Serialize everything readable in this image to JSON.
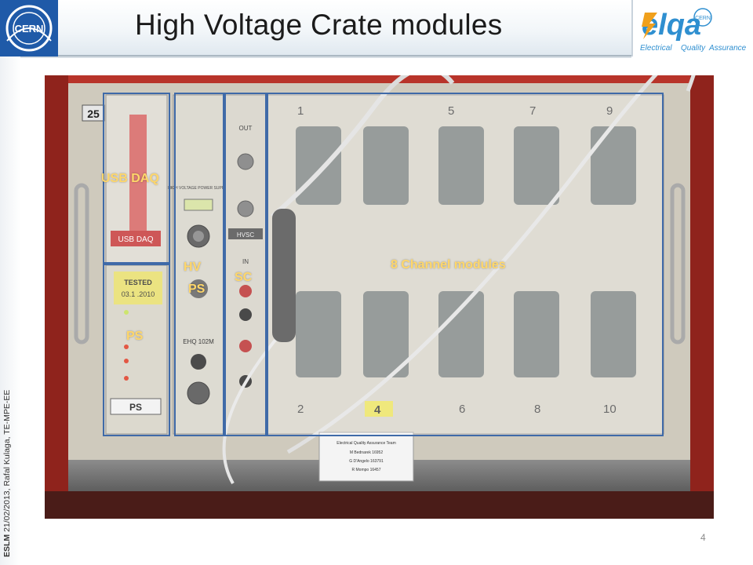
{
  "slide": {
    "title": "High Voltage Crate modules",
    "page_number": "4",
    "footer": {
      "event": "ESLM",
      "details": "21/02/2013,  Rafal Kulaga, TE-MPE-EE"
    }
  },
  "logos": {
    "cern": {
      "text": "CERN"
    },
    "elqa": {
      "main": "elqa",
      "sub_small": "CERN",
      "tagline_1": "Electrical",
      "tagline_2": "Quality",
      "tagline_3": "Assurance"
    }
  },
  "photo": {
    "labels": {
      "usb_daq": "USB DAQ",
      "hv_ps": [
        "HV",
        "PS"
      ],
      "sc": "SC",
      "eight_channel": "8 Channel modules",
      "ps": "PS"
    },
    "photo_text": {
      "crate_number": "25",
      "tested": "TESTED",
      "tested_date": "03.1 .2010",
      "hv_supply": "HIGH VOLTAGE POWER SUPPLY",
      "ehq": "EHQ 102M",
      "out": "OUT",
      "in": "IN",
      "hvsc": "HVSC",
      "ps_plate": "PS",
      "usb_daq_plate": "USB DAQ",
      "slots_top": [
        "1",
        "5",
        "7",
        "9"
      ],
      "slots_bottom": [
        "2",
        "4",
        "6",
        "8",
        "10"
      ],
      "sticker_lines": [
        "Electrical Quality Assurance Team",
        "M Bednarek  16952",
        "G D'Angelo  163791",
        "R Mompo  16457"
      ]
    },
    "colors": {
      "box_border": "#3f6aa8",
      "label": "#ffd76a",
      "crate_red": "#c23a2a",
      "panel": "#d9d4c5"
    }
  }
}
